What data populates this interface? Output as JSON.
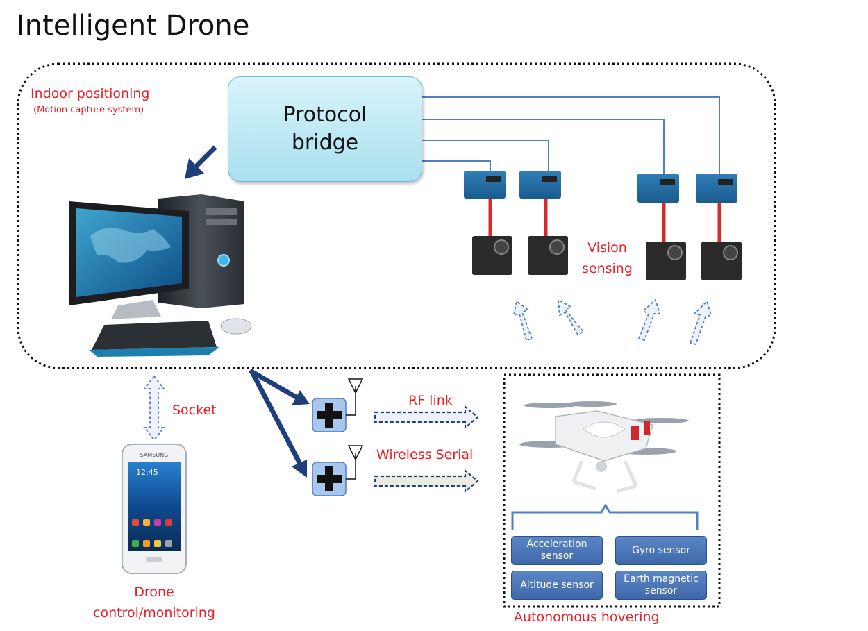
{
  "title": "Intelligent Drone",
  "indoor": {
    "label": "Indoor positioning",
    "sub": "(Motion capture system)"
  },
  "bridge": {
    "line1": "Protocol",
    "line2": "bridge"
  },
  "vision": {
    "line1": "Vision",
    "line2": "sensing"
  },
  "socket": "Socket",
  "rf_link": "RF link",
  "wireless_serial": "Wireless Serial",
  "drone_control": {
    "line1": "Drone",
    "line2": "control/monitoring"
  },
  "hover": {
    "label": "Autonomous hovering",
    "sensors": [
      "Acceleration sensor",
      "Gyro sensor",
      "Altitude sensor",
      "Earth magnetic sensor"
    ]
  },
  "phone": {
    "brand": "SAMSUNG",
    "clock": "12:45"
  },
  "colors": {
    "accent_red": "#e8202a",
    "arrow_blue": "#1f3f7a",
    "link_blue": "#4f7fc4",
    "bridge_fill": "#bfe9f5",
    "sensor_fill": "#4a74b4"
  }
}
